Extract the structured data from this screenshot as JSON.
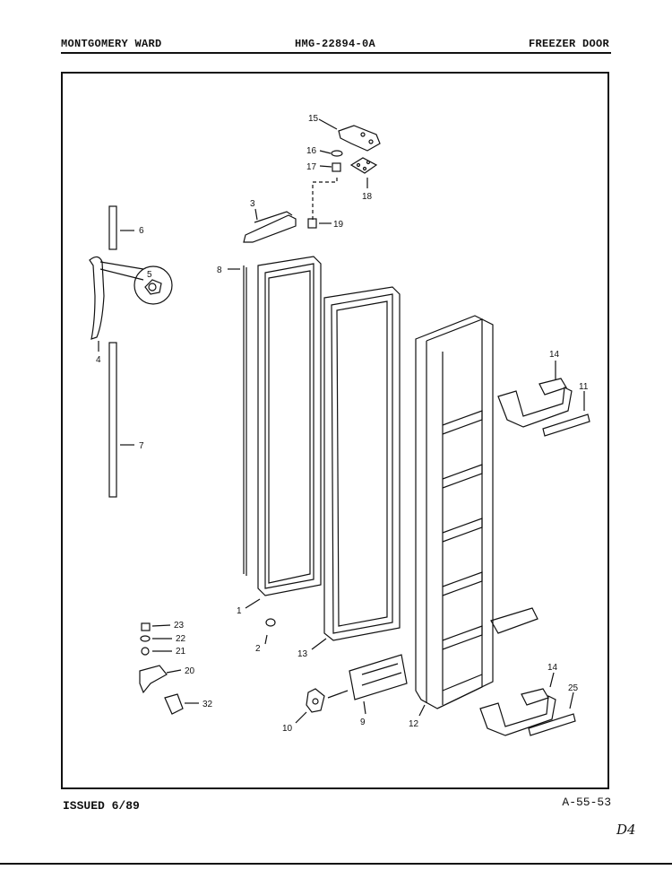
{
  "header": {
    "brand": "MONTGOMERY WARD",
    "model": "HMG-22894-0A",
    "section": "FREEZER DOOR"
  },
  "footer": {
    "issued": "ISSUED 6/89",
    "page_code": "A-55-53",
    "handwritten": "D4"
  },
  "callouts": {
    "c1": "1",
    "c2": "2",
    "c3": "3",
    "c4": "4",
    "c5": "5",
    "c6": "6",
    "c7": "7",
    "c8": "8",
    "c9": "9",
    "c10": "10",
    "c11": "11",
    "c12": "12",
    "c13": "13",
    "c14a": "14",
    "c14b": "14",
    "c15": "15",
    "c16": "16",
    "c17": "17",
    "c18": "18",
    "c19": "19",
    "c20": "20",
    "c21": "21",
    "c22": "22",
    "c23": "23",
    "c25": "25",
    "c32": "32"
  }
}
